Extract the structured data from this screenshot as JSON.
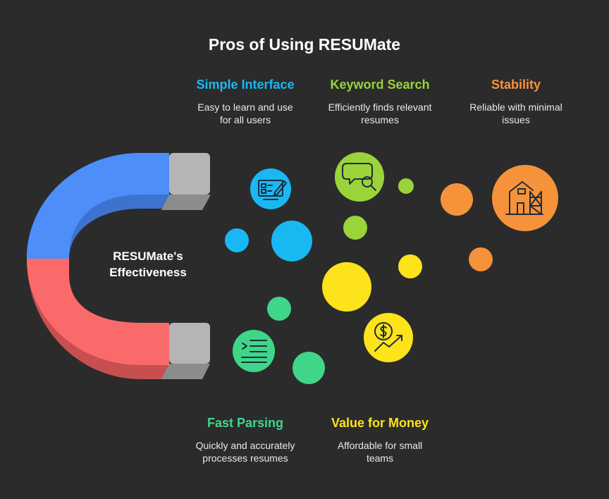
{
  "title": "Pros of Using RESUMate",
  "center_label": {
    "line1": "RESUMate's",
    "line2": "Effectiveness"
  },
  "features": {
    "simple": {
      "title": "Simple Interface",
      "desc1": "Easy to learn and use",
      "desc2": "for all users",
      "color": "#1ab8f3",
      "icon": "monitor-edit-icon"
    },
    "keyword": {
      "title": "Keyword Search",
      "desc1": "Efficiently finds relevant",
      "desc2": "resumes",
      "color": "#9bd33a",
      "icon": "chat-search-icon"
    },
    "stability": {
      "title": "Stability",
      "desc1": "Reliable with minimal",
      "desc2": "issues",
      "color": "#f5923a",
      "icon": "building-scaffold-icon"
    },
    "parsing": {
      "title": "Fast Parsing",
      "desc1": "Quickly and accurately",
      "desc2": "processes resumes",
      "color": "#3fd68a",
      "icon": "text-list-icon"
    },
    "value": {
      "title": "Value for Money",
      "desc1": "Affordable for small",
      "desc2": "teams",
      "color": "#fde31b",
      "icon": "dollar-growth-icon"
    }
  },
  "magnet": {
    "top_color": "#4d8ef8",
    "bottom_color": "#fb6a6a",
    "tip_color": "#b5b5b5"
  }
}
